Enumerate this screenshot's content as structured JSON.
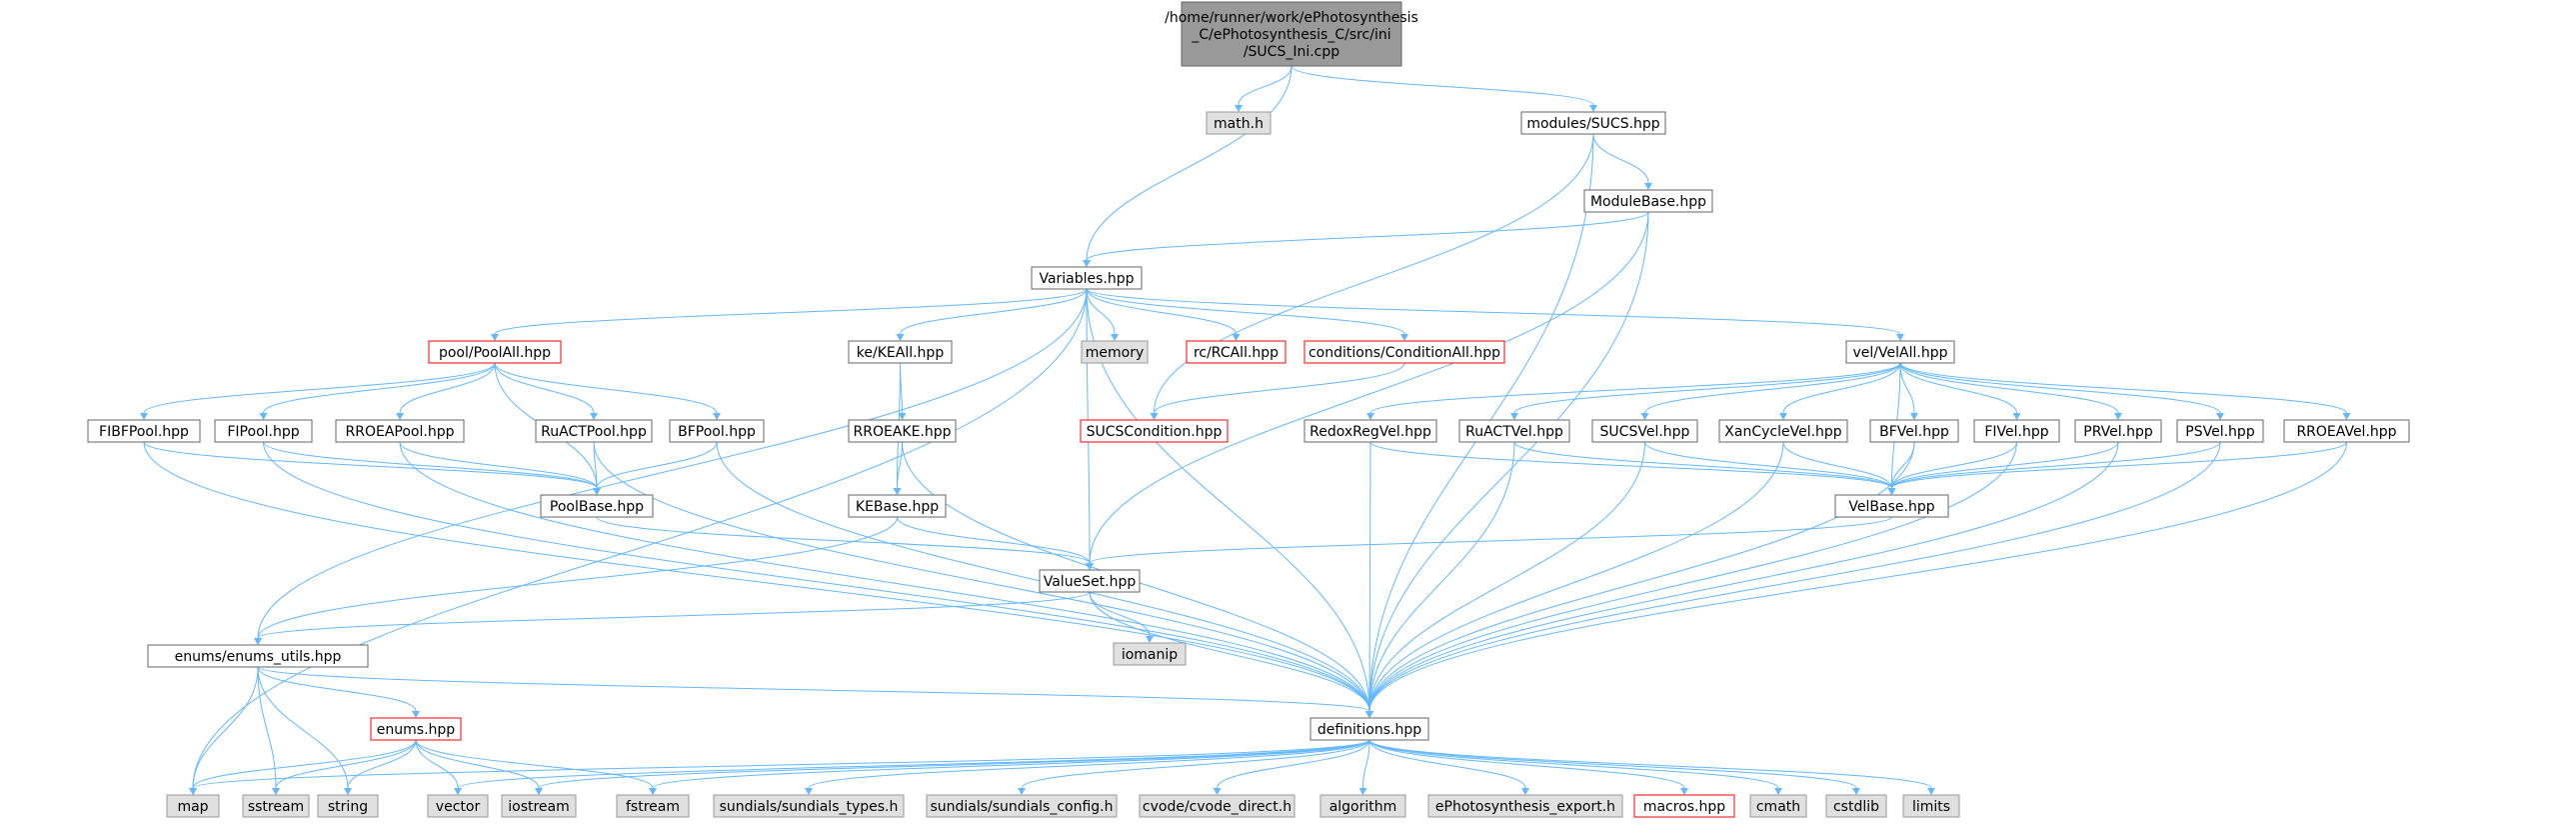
{
  "graph": {
    "colors": {
      "edge": "#63b8ff",
      "root_fill": "#999999",
      "root_border": "#666666",
      "node_fill": "#ffffff",
      "node_border": "#666666",
      "system_fill": "#e0e0e0",
      "system_border": "#999999",
      "truncated_border": "#ff0000"
    },
    "node_kinds": [
      "root",
      "header",
      "truncated",
      "system"
    ],
    "nodes": [
      {
        "id": "root",
        "label": "/home/runner/work/ePhotosynthesis_C/ePhotosynthesis_C/src/ini/SUCS_Ini.cpp",
        "lines": [
          "/home/runner/work/ePhotosynthesis",
          "_C/ePhotosynthesis_C/src/ini",
          "/SUCS_Ini.cpp"
        ],
        "kind": "root"
      },
      {
        "id": "math_h",
        "label": "math.h",
        "kind": "system"
      },
      {
        "id": "modules_sucs",
        "label": "modules/SUCS.hpp",
        "kind": "header"
      },
      {
        "id": "modulebase",
        "label": "ModuleBase.hpp",
        "kind": "header"
      },
      {
        "id": "variables",
        "label": "Variables.hpp",
        "kind": "header"
      },
      {
        "id": "poolall",
        "label": "pool/PoolAll.hpp",
        "kind": "truncated"
      },
      {
        "id": "keall",
        "label": "ke/KEAll.hpp",
        "kind": "header"
      },
      {
        "id": "memory",
        "label": "memory",
        "kind": "system"
      },
      {
        "id": "rcall",
        "label": "rc/RCAll.hpp",
        "kind": "truncated"
      },
      {
        "id": "conditionall",
        "label": "conditions/ConditionAll.hpp",
        "kind": "truncated"
      },
      {
        "id": "velall",
        "label": "vel/VelAll.hpp",
        "kind": "header"
      },
      {
        "id": "fibfpool",
        "label": "FIBFPool.hpp",
        "kind": "header"
      },
      {
        "id": "fipool",
        "label": "FIPool.hpp",
        "kind": "header"
      },
      {
        "id": "rroeapool",
        "label": "RROEAPool.hpp",
        "kind": "header"
      },
      {
        "id": "ruactpool",
        "label": "RuACTPool.hpp",
        "kind": "header"
      },
      {
        "id": "bfpool",
        "label": "BFPool.hpp",
        "kind": "header"
      },
      {
        "id": "rroeake",
        "label": "RROEAKE.hpp",
        "kind": "header"
      },
      {
        "id": "sucscondition",
        "label": "SUCSCondition.hpp",
        "kind": "truncated"
      },
      {
        "id": "redoxregvel",
        "label": "RedoxRegVel.hpp",
        "kind": "header"
      },
      {
        "id": "ruactvel",
        "label": "RuACTVel.hpp",
        "kind": "header"
      },
      {
        "id": "sucsvel",
        "label": "SUCSVel.hpp",
        "kind": "header"
      },
      {
        "id": "xancyclevel",
        "label": "XanCycleVel.hpp",
        "kind": "header"
      },
      {
        "id": "bfvel",
        "label": "BFVel.hpp",
        "kind": "header"
      },
      {
        "id": "fivel",
        "label": "FIVel.hpp",
        "kind": "header"
      },
      {
        "id": "prvel",
        "label": "PRVel.hpp",
        "kind": "header"
      },
      {
        "id": "psvel",
        "label": "PSVel.hpp",
        "kind": "header"
      },
      {
        "id": "rroeavel",
        "label": "RROEAVel.hpp",
        "kind": "header"
      },
      {
        "id": "poolbase",
        "label": "PoolBase.hpp",
        "kind": "header"
      },
      {
        "id": "kebase",
        "label": "KEBase.hpp",
        "kind": "header"
      },
      {
        "id": "velbase",
        "label": "VelBase.hpp",
        "kind": "header"
      },
      {
        "id": "valueset",
        "label": "ValueSet.hpp",
        "kind": "header"
      },
      {
        "id": "iomanip",
        "label": "iomanip",
        "kind": "system"
      },
      {
        "id": "enums_utils",
        "label": "enums/enums_utils.hpp",
        "kind": "header"
      },
      {
        "id": "enums",
        "label": "enums.hpp",
        "kind": "truncated"
      },
      {
        "id": "definitions",
        "label": "definitions.hpp",
        "kind": "header"
      },
      {
        "id": "map",
        "label": "map",
        "kind": "system"
      },
      {
        "id": "sstream",
        "label": "sstream",
        "kind": "system"
      },
      {
        "id": "string",
        "label": "string",
        "kind": "system"
      },
      {
        "id": "vector",
        "label": "vector",
        "kind": "system"
      },
      {
        "id": "iostream",
        "label": "iostream",
        "kind": "system"
      },
      {
        "id": "fstream",
        "label": "fstream",
        "kind": "system"
      },
      {
        "id": "sundials_types",
        "label": "sundials/sundials_types.h",
        "kind": "system"
      },
      {
        "id": "sundials_config",
        "label": "sundials/sundials_config.h",
        "kind": "system"
      },
      {
        "id": "cvode_direct",
        "label": "cvode/cvode_direct.h",
        "kind": "system"
      },
      {
        "id": "algorithm",
        "label": "algorithm",
        "kind": "system"
      },
      {
        "id": "ephoto_export",
        "label": "ePhotosynthesis_export.h",
        "kind": "system"
      },
      {
        "id": "macros",
        "label": "macros.hpp",
        "kind": "truncated"
      },
      {
        "id": "cmath",
        "label": "cmath",
        "kind": "system"
      },
      {
        "id": "cstdlib",
        "label": "cstdlib",
        "kind": "system"
      },
      {
        "id": "limits",
        "label": "limits",
        "kind": "system"
      }
    ],
    "edges": [
      [
        "root",
        "math_h"
      ],
      [
        "root",
        "modules_sucs"
      ],
      [
        "root",
        "variables"
      ],
      [
        "modules_sucs",
        "modulebase"
      ],
      [
        "modules_sucs",
        "sucscondition"
      ],
      [
        "modules_sucs",
        "definitions"
      ],
      [
        "modulebase",
        "variables"
      ],
      [
        "modulebase",
        "valueset"
      ],
      [
        "modulebase",
        "definitions"
      ],
      [
        "variables",
        "poolall"
      ],
      [
        "variables",
        "keall"
      ],
      [
        "variables",
        "memory"
      ],
      [
        "variables",
        "rcall"
      ],
      [
        "variables",
        "conditionall"
      ],
      [
        "variables",
        "velall"
      ],
      [
        "variables",
        "valueset"
      ],
      [
        "variables",
        "enums_utils"
      ],
      [
        "variables",
        "definitions"
      ],
      [
        "variables",
        "map"
      ],
      [
        "poolall",
        "fibfpool"
      ],
      [
        "poolall",
        "fipool"
      ],
      [
        "poolall",
        "rroeapool"
      ],
      [
        "poolall",
        "ruactpool"
      ],
      [
        "poolall",
        "bfpool"
      ],
      [
        "poolall",
        "poolbase"
      ],
      [
        "keall",
        "rroeake"
      ],
      [
        "keall",
        "kebase"
      ],
      [
        "conditionall",
        "sucscondition"
      ],
      [
        "velall",
        "redoxregvel"
      ],
      [
        "velall",
        "ruactvel"
      ],
      [
        "velall",
        "sucsvel"
      ],
      [
        "velall",
        "xancyclevel"
      ],
      [
        "velall",
        "bfvel"
      ],
      [
        "velall",
        "fivel"
      ],
      [
        "velall",
        "prvel"
      ],
      [
        "velall",
        "psvel"
      ],
      [
        "velall",
        "rroeavel"
      ],
      [
        "velall",
        "velbase"
      ],
      [
        "fibfpool",
        "poolbase"
      ],
      [
        "fibfpool",
        "definitions"
      ],
      [
        "fipool",
        "poolbase"
      ],
      [
        "fipool",
        "definitions"
      ],
      [
        "rroeapool",
        "poolbase"
      ],
      [
        "rroeapool",
        "definitions"
      ],
      [
        "ruactpool",
        "poolbase"
      ],
      [
        "ruactpool",
        "definitions"
      ],
      [
        "bfpool",
        "poolbase"
      ],
      [
        "bfpool",
        "definitions"
      ],
      [
        "rroeake",
        "kebase"
      ],
      [
        "rroeake",
        "definitions"
      ],
      [
        "redoxregvel",
        "velbase"
      ],
      [
        "redoxregvel",
        "definitions"
      ],
      [
        "ruactvel",
        "velbase"
      ],
      [
        "ruactvel",
        "definitions"
      ],
      [
        "sucsvel",
        "velbase"
      ],
      [
        "sucsvel",
        "definitions"
      ],
      [
        "xancyclevel",
        "velbase"
      ],
      [
        "xancyclevel",
        "definitions"
      ],
      [
        "bfvel",
        "velbase"
      ],
      [
        "bfvel",
        "definitions"
      ],
      [
        "fivel",
        "velbase"
      ],
      [
        "fivel",
        "definitions"
      ],
      [
        "prvel",
        "velbase"
      ],
      [
        "prvel",
        "definitions"
      ],
      [
        "psvel",
        "velbase"
      ],
      [
        "psvel",
        "definitions"
      ],
      [
        "rroeavel",
        "velbase"
      ],
      [
        "rroeavel",
        "definitions"
      ],
      [
        "poolbase",
        "valueset"
      ],
      [
        "kebase",
        "valueset"
      ],
      [
        "kebase",
        "enums_utils"
      ],
      [
        "velbase",
        "valueset"
      ],
      [
        "valueset",
        "iomanip"
      ],
      [
        "valueset",
        "enums_utils"
      ],
      [
        "valueset",
        "definitions"
      ],
      [
        "enums_utils",
        "enums"
      ],
      [
        "enums_utils",
        "definitions"
      ],
      [
        "enums_utils",
        "map"
      ],
      [
        "enums_utils",
        "sstream"
      ],
      [
        "enums_utils",
        "string"
      ],
      [
        "enums",
        "map"
      ],
      [
        "enums",
        "sstream"
      ],
      [
        "enums",
        "string"
      ],
      [
        "enums",
        "vector"
      ],
      [
        "enums",
        "iostream"
      ],
      [
        "enums",
        "fstream"
      ],
      [
        "definitions",
        "map"
      ],
      [
        "definitions",
        "vector"
      ],
      [
        "definitions",
        "iostream"
      ],
      [
        "definitions",
        "fstream"
      ],
      [
        "definitions",
        "sundials_types"
      ],
      [
        "definitions",
        "sundials_config"
      ],
      [
        "definitions",
        "cvode_direct"
      ],
      [
        "definitions",
        "algorithm"
      ],
      [
        "definitions",
        "ephoto_export"
      ],
      [
        "definitions",
        "macros"
      ],
      [
        "definitions",
        "cmath"
      ],
      [
        "definitions",
        "cstdlib"
      ],
      [
        "definitions",
        "limits"
      ]
    ]
  }
}
